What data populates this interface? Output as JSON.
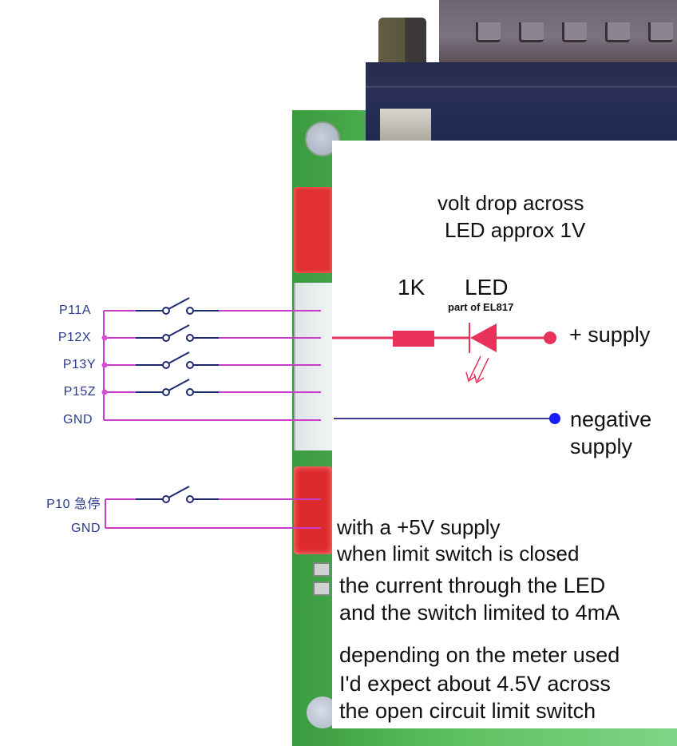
{
  "diagram": {
    "title_note": [
      "volt drop across",
      "LED approx 1V"
    ],
    "resistor": {
      "label": "1K"
    },
    "led": {
      "label": "LED",
      "sublabel": "part of EL817"
    },
    "supply_positive": {
      "label": "+ supply"
    },
    "supply_negative": {
      "label_lines": [
        "negative",
        "supply"
      ]
    },
    "limit_switch_group": {
      "pins": [
        {
          "label": "P11A"
        },
        {
          "label": "P12X"
        },
        {
          "label": "P13Y"
        },
        {
          "label": "P15Z"
        },
        {
          "label": "GND"
        }
      ]
    },
    "estop_group": {
      "pins": [
        {
          "label": "P10 急停"
        },
        {
          "label": "GND"
        }
      ]
    },
    "explanation_1": [
      "with a +5V supply",
      "when limit switch is closed",
      "the current through the LED",
      "and the switch limited to 4mA"
    ],
    "explanation_2": [
      "depending on the meter used",
      "I'd expect about 4.5V across",
      "the open circuit limit switch"
    ],
    "colors": {
      "wire_magenta": "#c83cc8",
      "switch_navy": "#1e2a6e",
      "led_circuit_red": "#e8325a",
      "negative_wire": "#3c3c8c",
      "negative_node": "#1a1aff",
      "pin_label_blue": "#2b3a8c",
      "pcb_green": "#5cbf5e",
      "connector_red": "#e03030"
    }
  }
}
